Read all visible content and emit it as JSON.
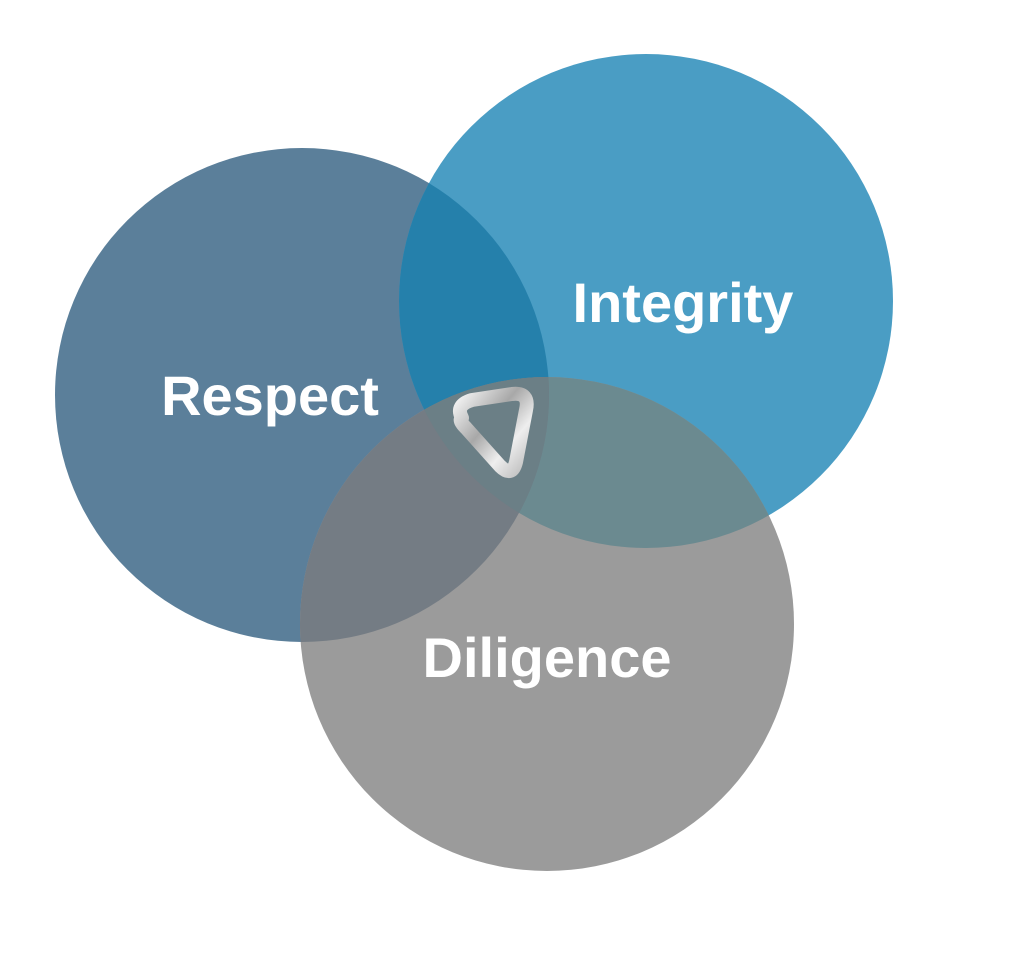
{
  "diagram": {
    "type": "venn",
    "sets": [
      {
        "label": "Respect",
        "color": "#5b7f9a"
      },
      {
        "label": "Integrity",
        "color": "#4a9dc4"
      },
      {
        "label": "Diligence",
        "color": "#9b9b9b"
      }
    ],
    "overlap_colors": {
      "respect_integrity": "#2580ab",
      "integrity_diligence": "#6b8a90",
      "respect_diligence": "#747c84",
      "all": "#6b7f86"
    },
    "center_icon": "rounded-triangle-logo-icon"
  }
}
